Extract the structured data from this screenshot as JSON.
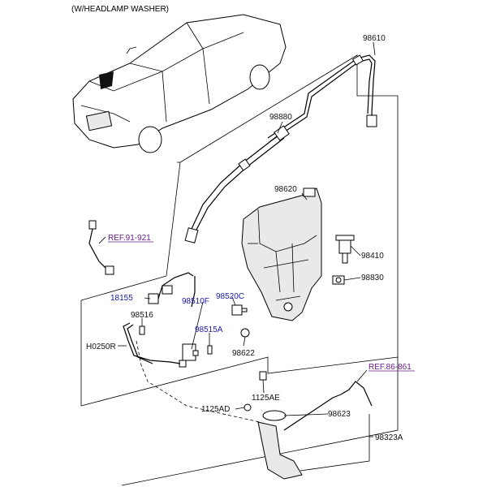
{
  "title": "(W/HEADLAMP WASHER)",
  "colors": {
    "label_blue": "#1a1aa8",
    "ref_purple": "#6a1d8a",
    "line": "#000000"
  },
  "parts": {
    "p98610": "98610",
    "p98880": "98880",
    "p98620": "98620",
    "p98410": "98410",
    "p98830": "98830",
    "p18155": "18155",
    "p98510F": "98510F",
    "p98520C": "98520C",
    "p98516": "98516",
    "p98515A": "98515A",
    "pH0250R": "H0250R",
    "p98622": "98622",
    "p1125AE": "1125AE",
    "p1125AD": "1125AD",
    "p98623": "98623",
    "p98323A": "98323A"
  },
  "refs": {
    "ref91921": "REF.91-921",
    "ref86861": "REF.86-861"
  }
}
